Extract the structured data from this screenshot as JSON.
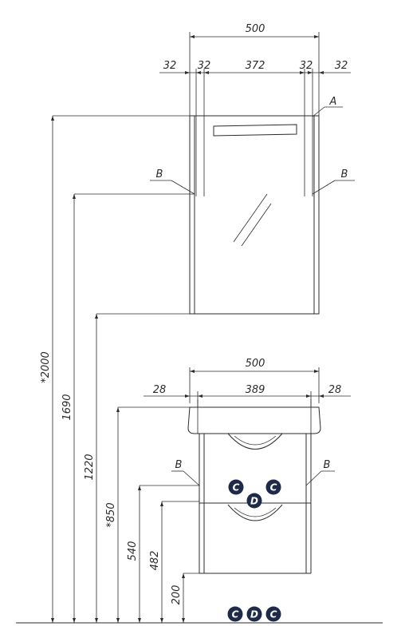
{
  "mirror": {
    "overall_width": "500",
    "segments": [
      "32",
      "32",
      "372",
      "32",
      "32"
    ],
    "callout_a": "A",
    "callout_b_left": "B",
    "callout_b_right": "B"
  },
  "cabinet": {
    "overall_width": "500",
    "segments": [
      "28",
      "389",
      "28"
    ],
    "callout_b_left": "B",
    "callout_b_right": "B"
  },
  "heights": [
    "*2000",
    "1690",
    "1220",
    "*850",
    "540",
    "482",
    "200"
  ],
  "badges": {
    "upper": [
      "C",
      "C"
    ],
    "middle": [
      "D"
    ],
    "floor": [
      "C",
      "D",
      "C"
    ]
  },
  "colors": {
    "line": "#2b2b2b",
    "badge": "#1e2a4a"
  }
}
